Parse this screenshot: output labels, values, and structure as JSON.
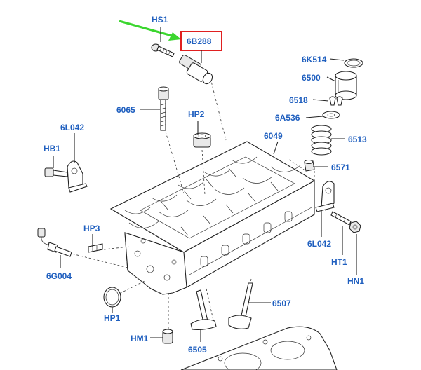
{
  "labels": {
    "hs1": "HS1",
    "p6b288": "6B288",
    "p6k514": "6K514",
    "p6500": "6500",
    "p6518": "6518",
    "p6a536": "6A536",
    "p6513": "6513",
    "p6571": "6571",
    "p6049": "6049",
    "p6065": "6065",
    "hp2": "HP2",
    "p6l042a": "6L042",
    "hb1": "HB1",
    "hp3": "HP3",
    "p6g004": "6G004",
    "hp1": "HP1",
    "hm1": "HM1",
    "p6505": "6505",
    "p6507": "6507",
    "p6l042b": "6L042",
    "ht1": "HT1",
    "hn1": "HN1"
  },
  "colors": {
    "label": "#1f5fbf",
    "highlight_box": "#e02020",
    "arrow": "#3bd62e"
  }
}
